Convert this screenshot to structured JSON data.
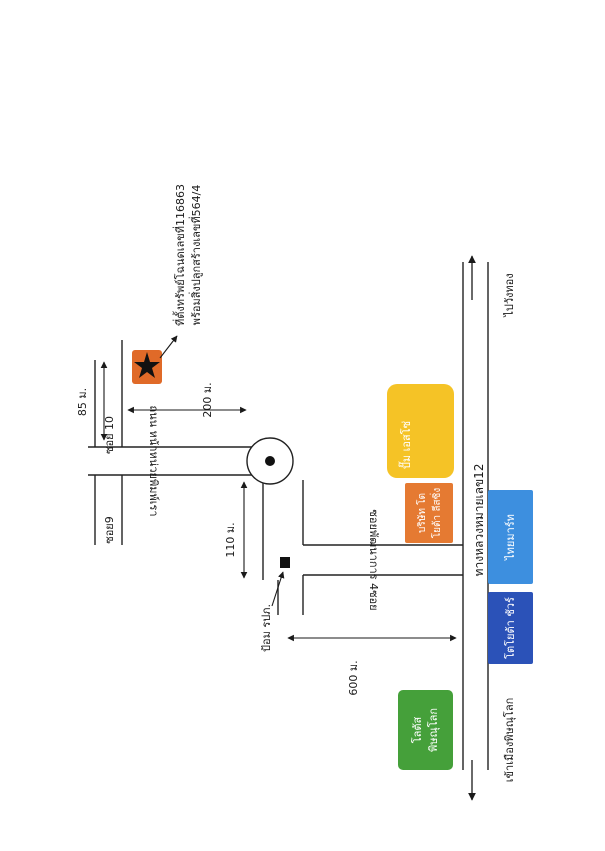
{
  "map": {
    "roads": {
      "highway": "ทางหลวงหมายเลข12",
      "main_road": "ถนน หน้าหน่วยพิมพ์เรา",
      "side_road": "ซอยพัฒนาการ 4ซอย",
      "soi9": "ซอย9",
      "soi10": "ซอย 10"
    },
    "directions": {
      "left": "เข้าเมืองพิษณุโลก",
      "right": "ไปวังทอง"
    },
    "distances": {
      "d85": "85 ม.",
      "d200": "200 ม.",
      "d110": "110 ม.",
      "d600": "600 ม."
    },
    "landmarks": {
      "police": "ป้อม รปภ.",
      "lotus": "โลตัส\nพิษณุโลก",
      "toyota_sure": "โตโยต้า ชัวร์",
      "thaimart": "ไทยมาร์ท",
      "toyota_leasing": "บริษัท โต\nโยต้า ลีสซิ่ง",
      "pump": "ปั๊ม เอสโซ่"
    },
    "property": {
      "line1": "ที่ตั้งทรัพย์โฉนดเลขที่116863",
      "line2": "พร้อมสิ่งปลูกสร้างเลขที่564/4"
    },
    "colors": {
      "lotus": "#45a03a",
      "toyota_sure": "#2b52b8",
      "thaimart": "#3d8fdf",
      "toyota_leasing": "#e57a32",
      "pump": "#f5c326",
      "property": "#e06a28"
    }
  }
}
